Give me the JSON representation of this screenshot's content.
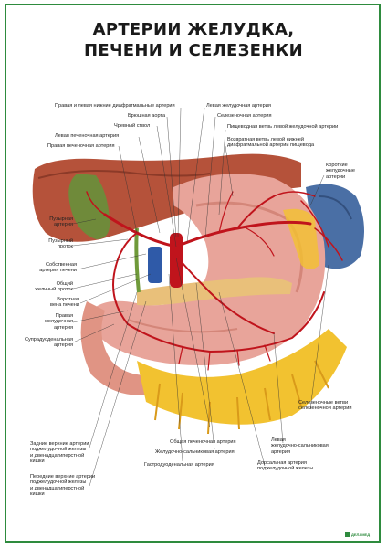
{
  "title": {
    "line1": "АРТЕРИИ ЖЕЛУДКА,",
    "line2": "ПЕЧЕНИ И СЕЛЕЗЕНКИ"
  },
  "labels": {
    "top": [
      "Правая и левая нижние диафрагмальные артерии",
      "Брюшная аорта",
      "Чревный ствол",
      "Левая печеночная артерия",
      "Правая печеночная артерия",
      "Левая желудочная артерия",
      "Селезеночная артерия",
      "Пищеводная ветвь левой желудочной артерии",
      "Возвратная ветвь левой нижней\nдиафрагмальной артерии пищевода"
    ],
    "left": [
      "Пузырная\nартерия",
      "Пузырный\nпроток",
      "Собственная\nартерия печени",
      "Общий\nжелчный проток",
      "Воротная\nвена печени",
      "Правая\nжелудочная\nартерия",
      "Супрадуоденальная\nартерия"
    ],
    "right": [
      "Короткие\nжелудочные\nартерии",
      "Селезеночные ветви\nселезеночной артерии"
    ],
    "bottom": [
      "Задние верхние артерии\nподжелудочной железы\nи двенадцатиперстной\nкишки",
      "Передние верхние артерии\nподжелудочной железы\nи двенадцатиперстной\nкишки",
      "Общая печеночная артерия",
      "Желудочно-сальниковая артерия",
      "Гастродуоденальная артерия",
      "Левая\nжелудочно-сальниковая\nартерия",
      "Дорсальная артерия\nподжелудочной железы"
    ]
  },
  "publisher": "ДЕЛАМЕД",
  "colors": {
    "frame": "#2e8b3e",
    "stomach": "#e8a49a",
    "artery": "#c0141c",
    "fat": "#f2c230",
    "spleen": "#4a6fa5",
    "liver": "#b5523a"
  }
}
